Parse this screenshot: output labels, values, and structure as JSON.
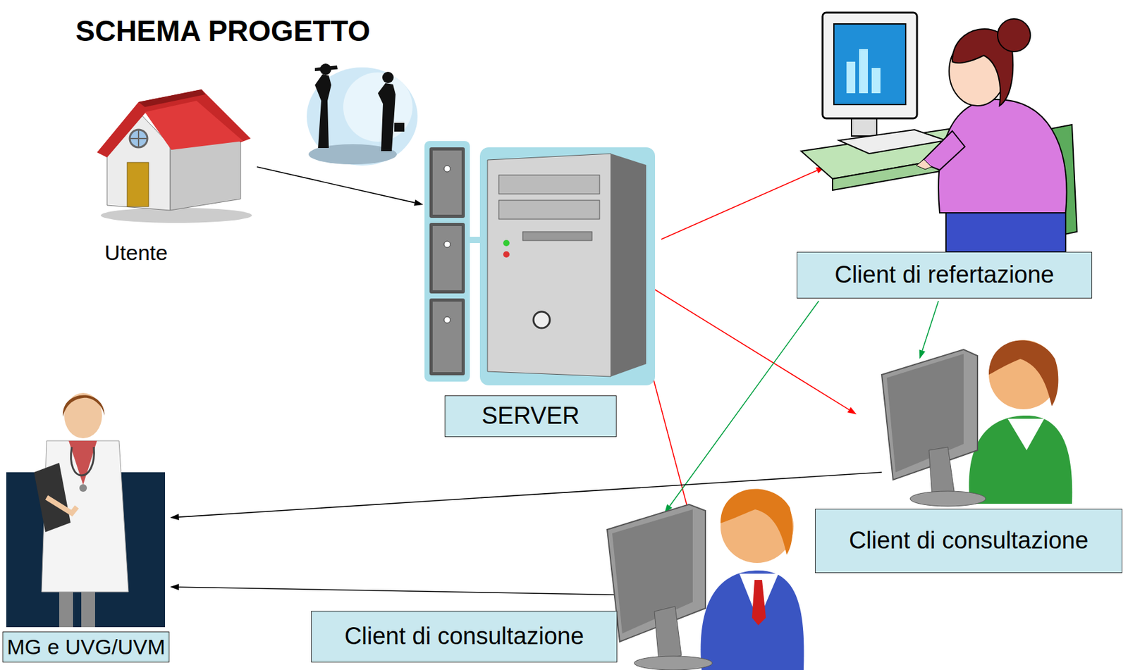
{
  "diagram": {
    "title": "SCHEMA PROGETTO",
    "nodes": [
      {
        "text": [
          "Utente"
        ]
      },
      {
        "text": [
          "SERVER"
        ]
      },
      {
        "text": [
          "Client di refertazione"
        ]
      },
      {
        "text": [
          "Client di consultazione"
        ]
      },
      {
        "text": [
          "Client di consultazione"
        ]
      },
      {
        "text": [
          "MG e UVG/UVM"
        ]
      }
    ],
    "edges": [
      {
        "from": 0,
        "to": 1,
        "arrow": "to"
      },
      {
        "from": 1,
        "to": 2,
        "arrow": "to"
      },
      {
        "from": 1,
        "to": 3,
        "arrow": "to"
      },
      {
        "from": 1,
        "to": 4,
        "arrow": "to"
      },
      {
        "from": 2,
        "to": 3,
        "arrow": "to"
      },
      {
        "from": 2,
        "to": 4,
        "arrow": "to"
      },
      {
        "from": 3,
        "to": 5,
        "arrow": "to"
      },
      {
        "from": 4,
        "to": 5,
        "arrow": "to"
      }
    ]
  }
}
